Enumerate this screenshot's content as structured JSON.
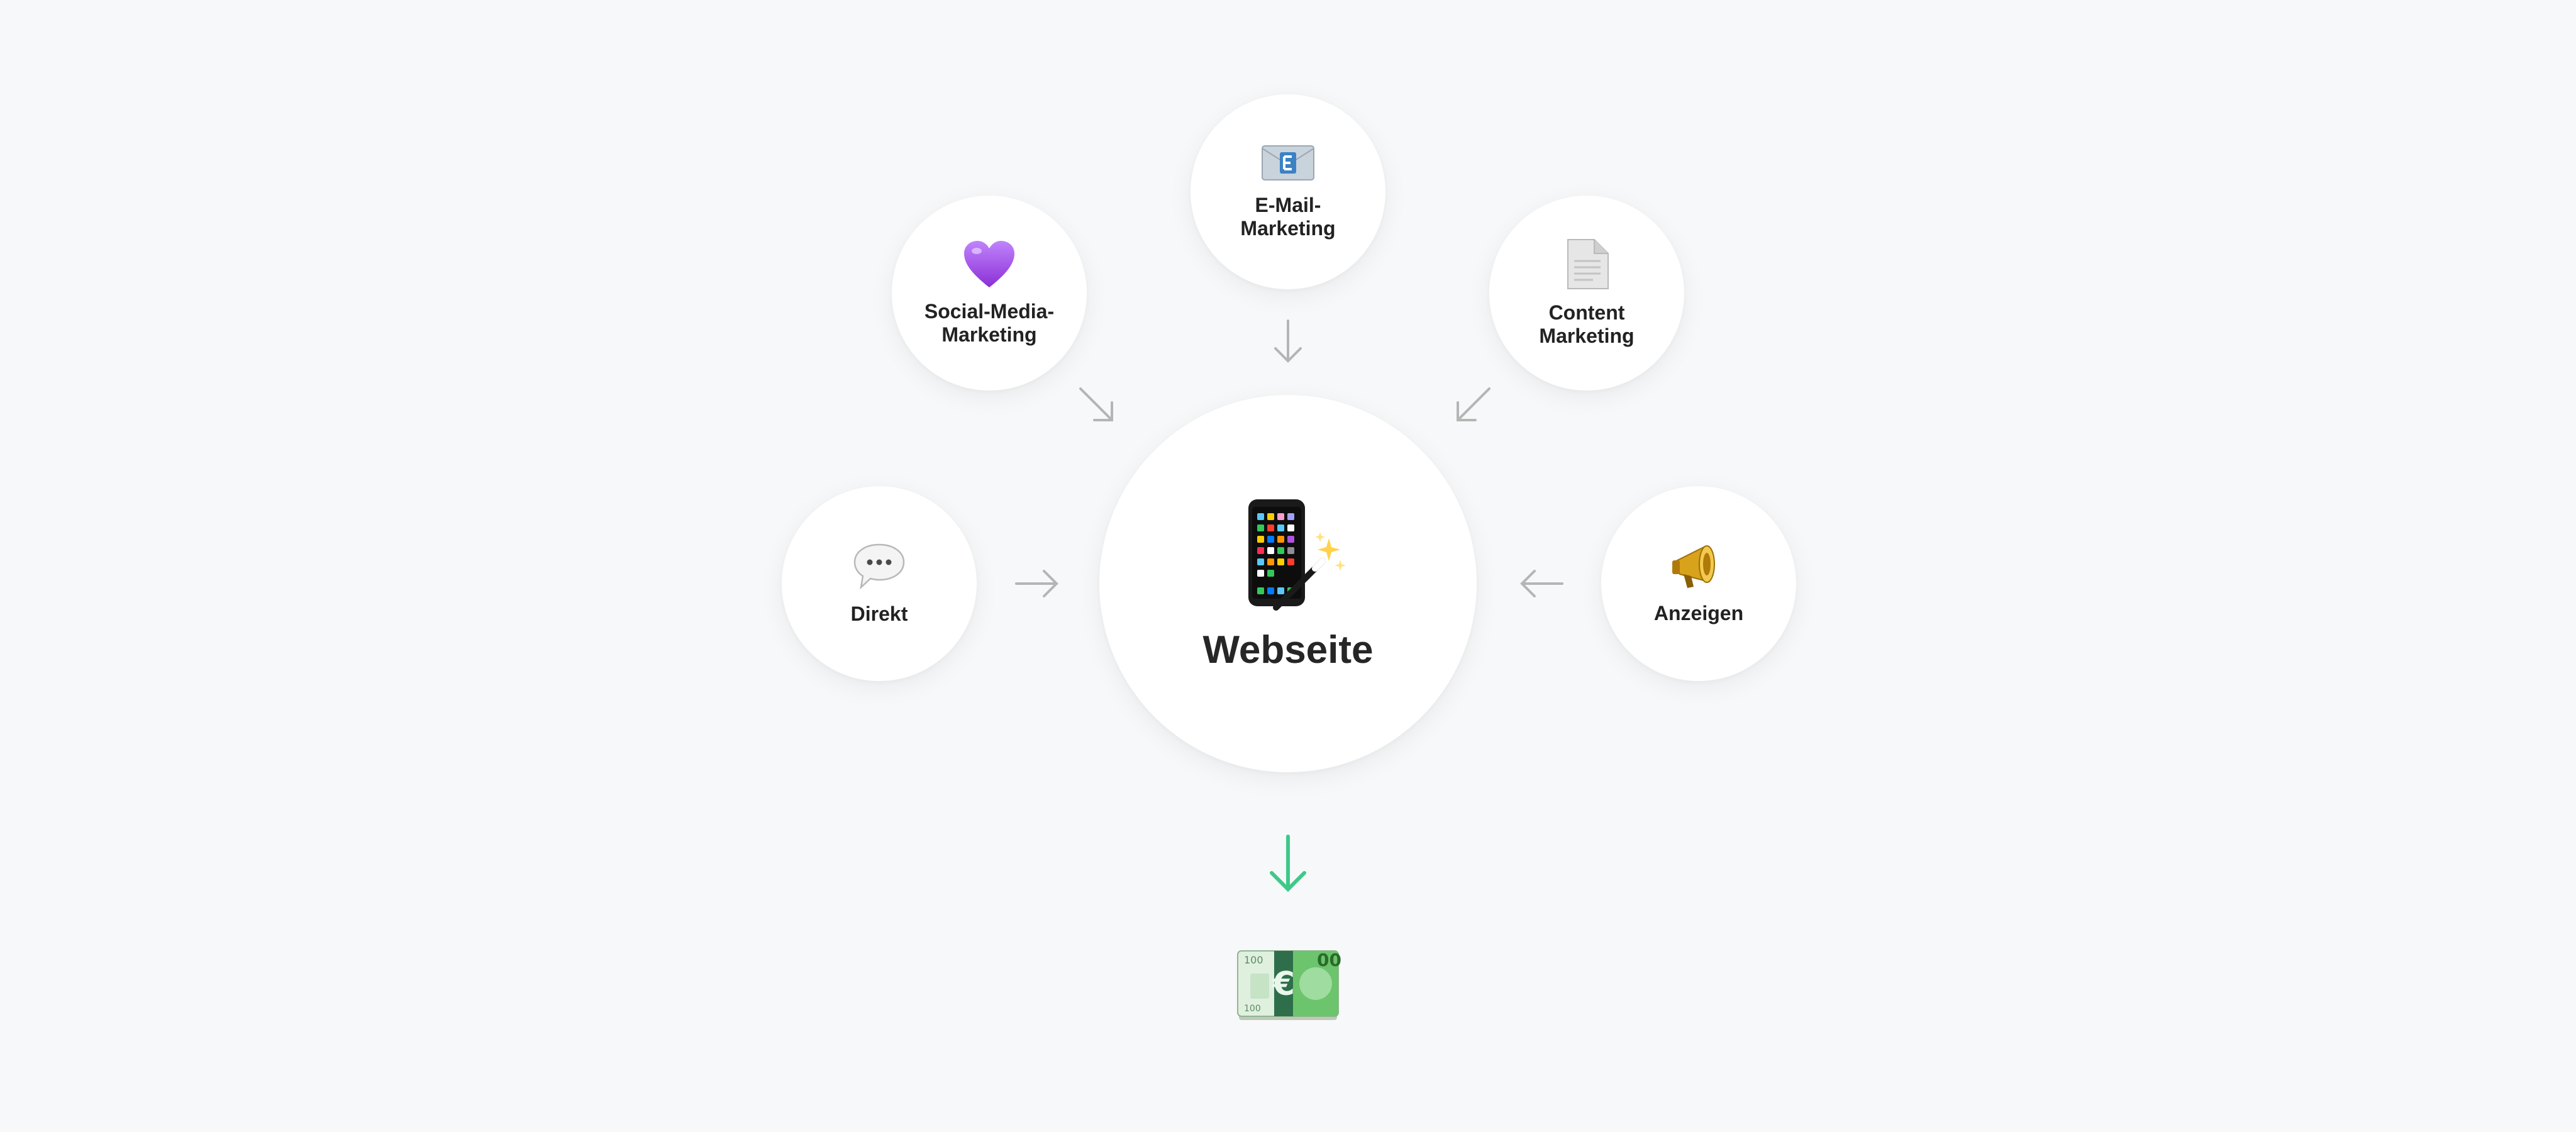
{
  "diagram": {
    "center": {
      "label": "Webseite",
      "icon": "mobile-phone-magic-wand-icon"
    },
    "sources": [
      {
        "key": "email",
        "label": "E-Mail-Marketing",
        "icon": "envelope-icon"
      },
      {
        "key": "social",
        "label": "Social-Media-Marketing",
        "icon": "purple-heart-icon"
      },
      {
        "key": "content",
        "label": "Content Marketing",
        "icon": "page-document-icon"
      },
      {
        "key": "direkt",
        "label": "Direkt",
        "icon": "speech-bubble-icon"
      },
      {
        "key": "ads",
        "label": "Anzeigen",
        "icon": "megaphone-icon"
      }
    ],
    "outcome": {
      "icon": "euro-banknotes-icon"
    },
    "colors": {
      "background": "#f7f8f9",
      "node": "#ffffff",
      "arrow": "#b5b5b5",
      "result_arrow": "#3ec98a",
      "heart": "#a855f7"
    }
  }
}
